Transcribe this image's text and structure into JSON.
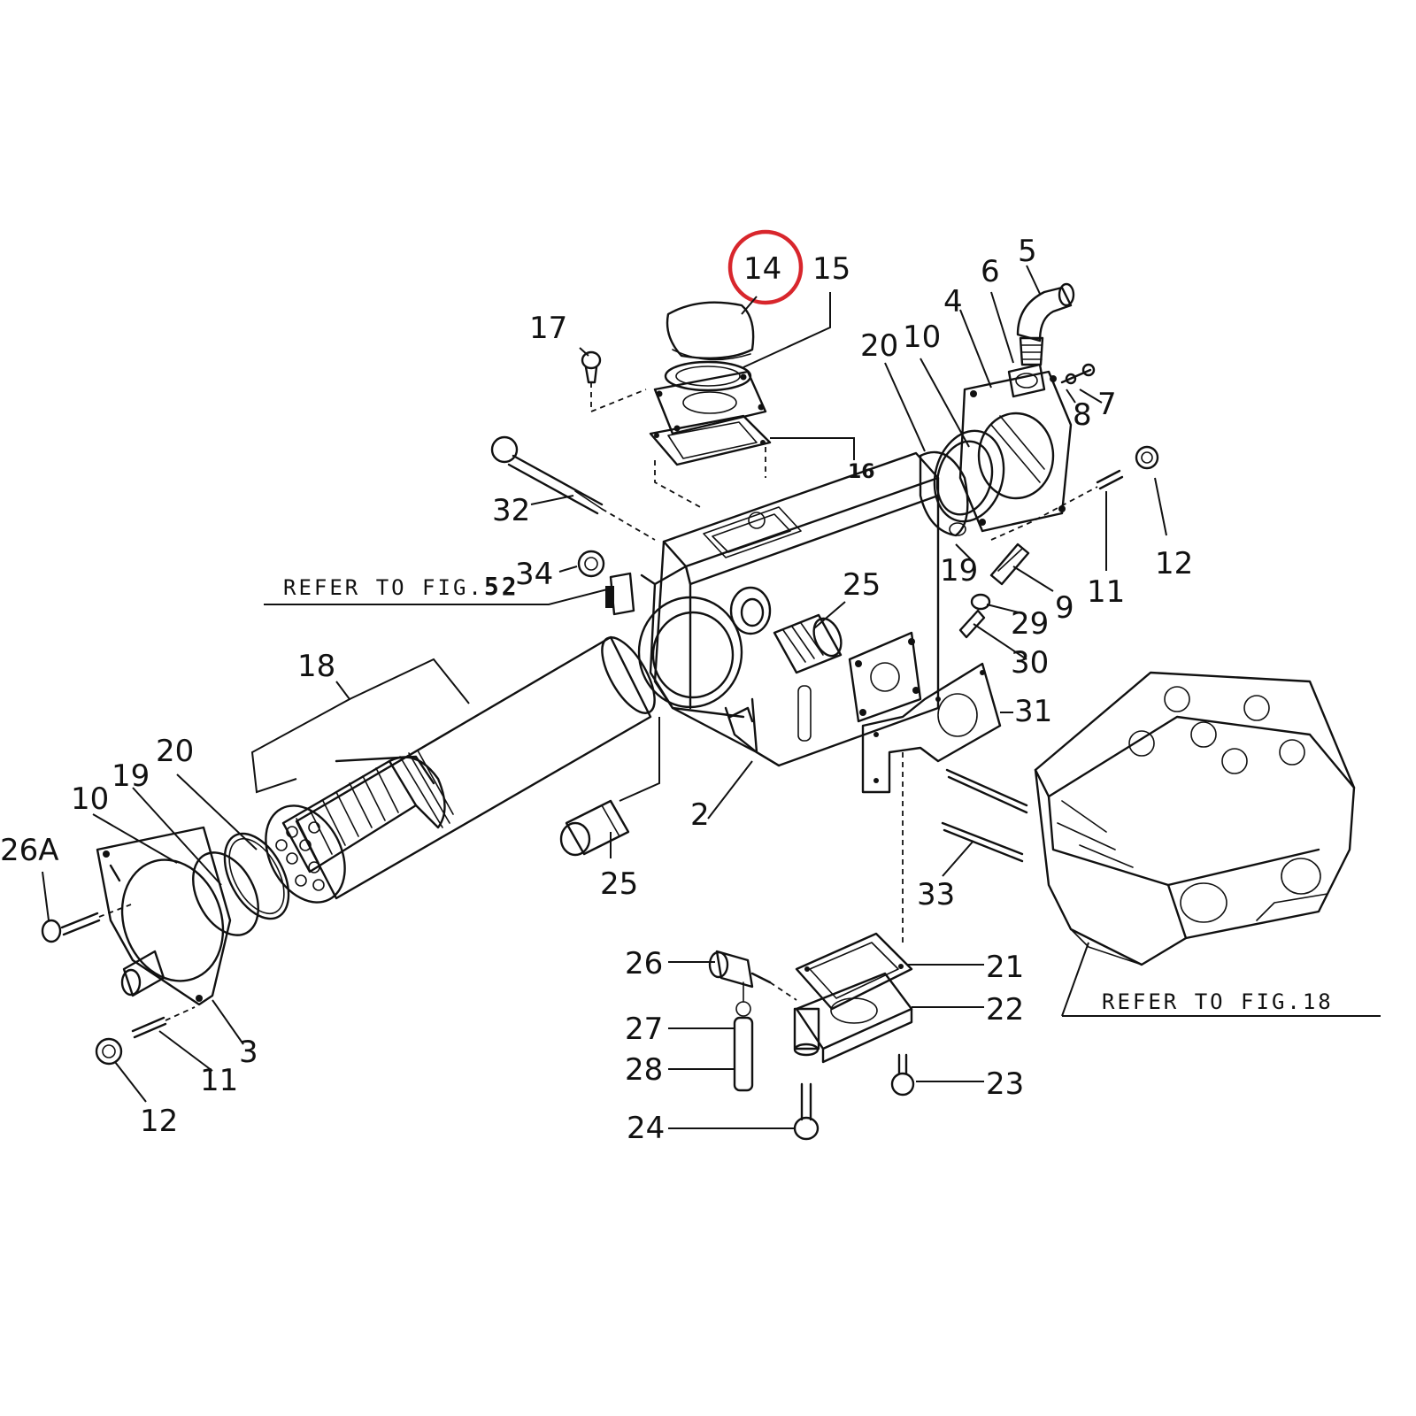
{
  "highlight": {
    "part": "14",
    "color": "#d8262c"
  },
  "callouts": {
    "p14": "14",
    "p15": "15",
    "p16": "16",
    "p17": "17",
    "p5": "5",
    "p6": "6",
    "p4": "4",
    "p20a": "20",
    "p10a": "10",
    "p7": "7",
    "p8": "8",
    "p32": "32",
    "p12a": "12",
    "p34": "34",
    "p25a": "25",
    "p19a": "19",
    "p9": "9",
    "p11a": "11",
    "p29": "29",
    "p30": "30",
    "p18": "18",
    "p31": "31",
    "p20b": "20",
    "p19b": "19",
    "p10b": "10",
    "p2": "2",
    "p26a": "26A",
    "p25b": "25",
    "p33": "33",
    "p3": "3",
    "p11b": "11",
    "p12b": "12",
    "p26": "26",
    "p21": "21",
    "p22": "22",
    "p27": "27",
    "p28": "28",
    "p23": "23",
    "p24": "24"
  },
  "references": {
    "fig52_prefix": "REFER TO FIG.",
    "fig52_number": "52",
    "fig18": "REFER TO FIG.18"
  }
}
